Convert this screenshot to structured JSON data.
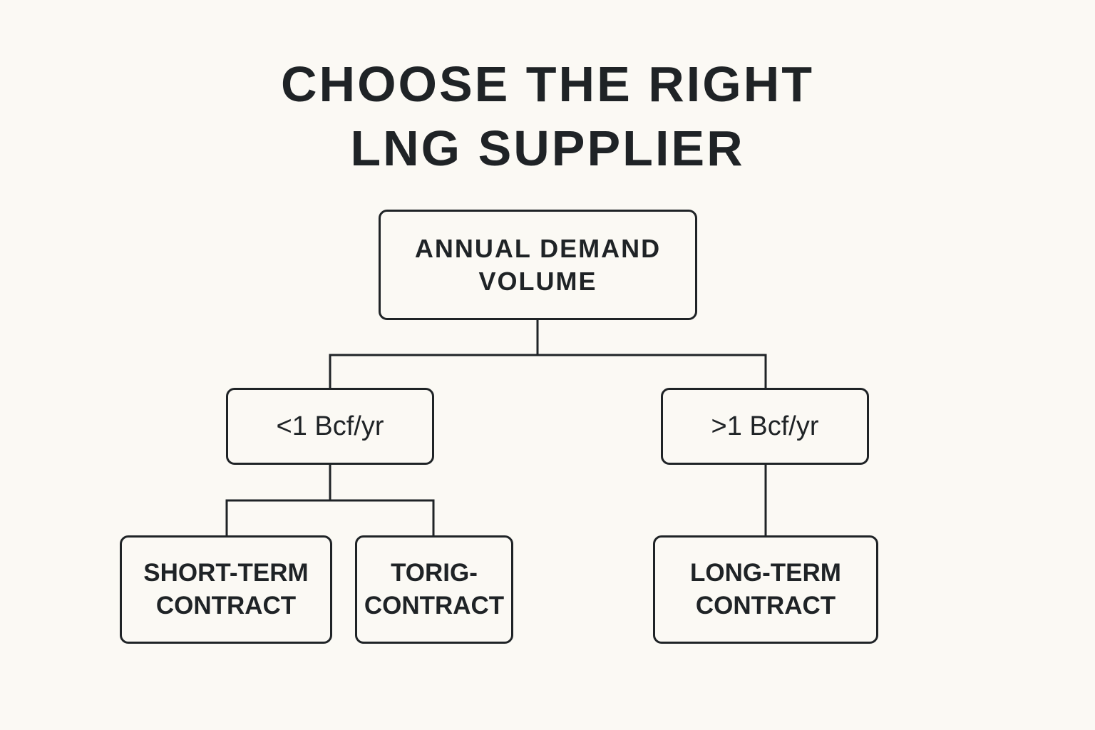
{
  "title": {
    "line1": "CHOOSE THE RIGHT",
    "line2": "LNG SUPPLIER"
  },
  "nodes": {
    "root": {
      "line1": "ANNUAL DEMAND",
      "line2": "VOLUME"
    },
    "low": {
      "label": "<1 Bcf/yr"
    },
    "high": {
      "label": ">1 Bcf/yr"
    },
    "short_term": {
      "line1": "SHORT-TERM",
      "line2": "CONTRACT"
    },
    "torig": {
      "line1": "TORIG-",
      "line2": "CONTRACT"
    },
    "long_term": {
      "line1": "LONG-TERM",
      "line2": "CONTRACT"
    }
  },
  "colors": {
    "background": "#fbf9f4",
    "ink": "#1f2326"
  }
}
